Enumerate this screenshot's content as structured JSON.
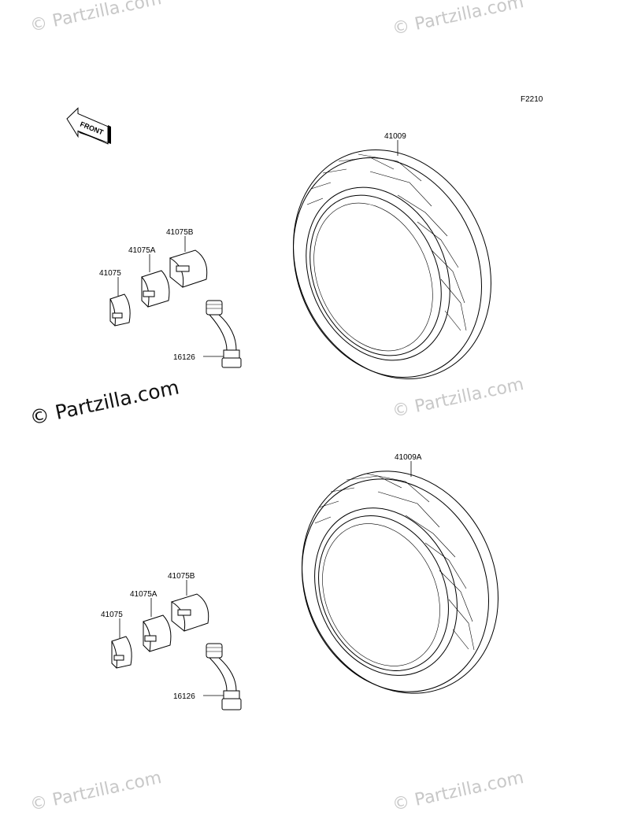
{
  "figure": {
    "code": "F2210",
    "front_text": "FRONT"
  },
  "colors": {
    "ink": "#000000",
    "watermark": "#c8c8c8"
  },
  "watermarks": {
    "main": "© Partzilla.com",
    "faint": "© Partzilla.com"
  },
  "upper_assembly": {
    "tire_label": "41009",
    "valve_label": "16126",
    "weight_labels": [
      "41075",
      "41075A",
      "41075B"
    ]
  },
  "lower_assembly": {
    "tire_label": "41009A",
    "valve_label": "16126",
    "weight_labels": [
      "41075",
      "41075A",
      "41075B"
    ]
  }
}
